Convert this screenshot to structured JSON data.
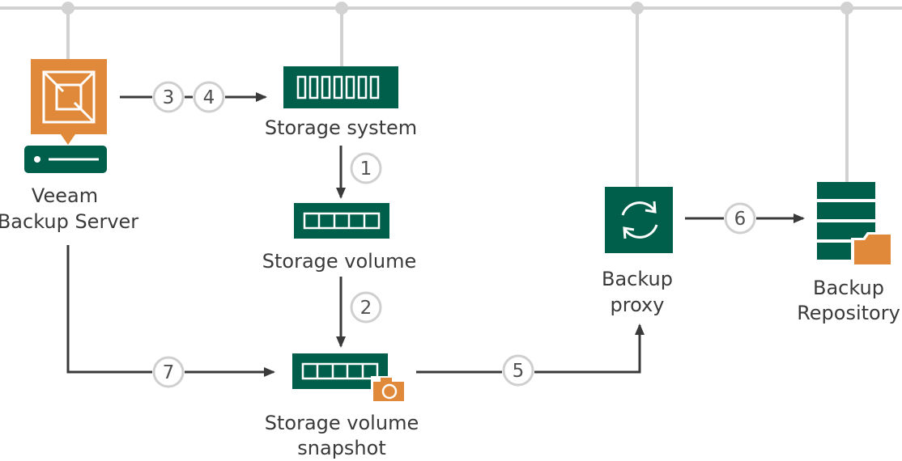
{
  "colors": {
    "green": "#005f4b",
    "orange": "#e0893a",
    "bus": "#d2d2d2",
    "arrow": "#3a3a3a",
    "step_circle": "#cfcfcf",
    "label": "#3a3a3a"
  },
  "components": {
    "backup_server": {
      "icon": "veeam-backup-server-icon",
      "label_line1": "Veeam",
      "label_line2": "Backup Server"
    },
    "storage_system": {
      "icon": "storage-system-icon",
      "label": "Storage system"
    },
    "storage_volume": {
      "icon": "storage-volume-icon",
      "label": "Storage volume"
    },
    "storage_snapshot": {
      "icon": "storage-volume-snapshot-icon",
      "label_line1": "Storage volume",
      "label_line2": "snapshot"
    },
    "backup_proxy": {
      "icon": "backup-proxy-icon",
      "label_line1": "Backup",
      "label_line2": "proxy"
    },
    "backup_repository": {
      "icon": "backup-repository-icon",
      "label_line1": "Backup",
      "label_line2": "Repository"
    }
  },
  "steps": {
    "s1": "1",
    "s2": "2",
    "s3": "3",
    "s4": "4",
    "s5": "5",
    "s6": "6",
    "s7": "7"
  }
}
